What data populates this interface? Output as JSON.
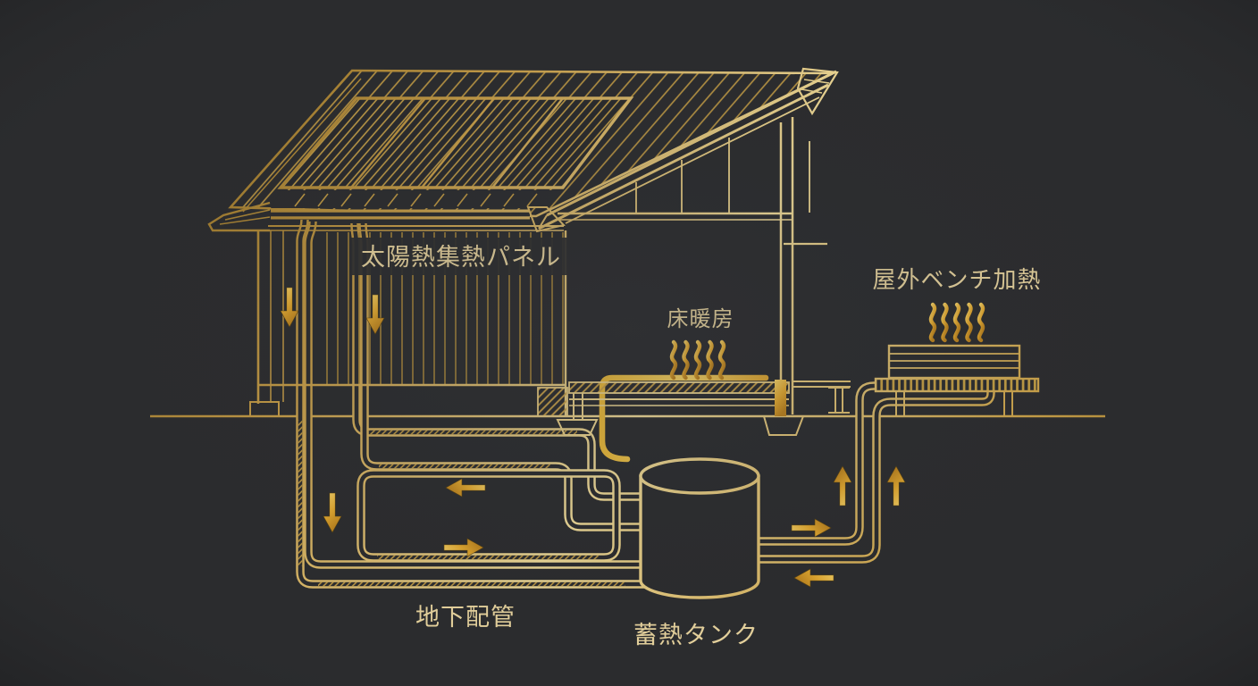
{
  "diagram": {
    "system": "Solar thermal house heating schematic",
    "labels": {
      "solar_panel": "太陽熱集熱パネル",
      "floor_heating": "床暖房",
      "outdoor_bench_heating": "屋外ベンチ加熱",
      "underground_piping": "地下配管",
      "storage_tank": "蓄熱タンク"
    },
    "colors": {
      "background": "#2b2c2e",
      "gold": "#cda348",
      "gold_light": "#f2dd9a",
      "gold_dark": "#7c5b16",
      "arrow_gold": "#e9b942",
      "text_gold": "#e8d49e"
    },
    "flow_arrows": [
      {
        "direction": "down",
        "location": "left-wall-pipe-1"
      },
      {
        "direction": "down",
        "location": "left-wall-pipe-2"
      },
      {
        "direction": "down",
        "location": "underground-left"
      },
      {
        "direction": "left",
        "location": "underground-loop-top"
      },
      {
        "direction": "right",
        "location": "underground-loop-bottom"
      },
      {
        "direction": "right",
        "location": "tank-to-bench-supply"
      },
      {
        "direction": "left",
        "location": "bench-to-tank-return"
      },
      {
        "direction": "up",
        "location": "bench-riser-1"
      },
      {
        "direction": "up",
        "location": "bench-riser-2"
      }
    ],
    "heat_waves": [
      {
        "location": "floor_heating",
        "count": 5
      },
      {
        "location": "outdoor_bench",
        "count": 5
      }
    ]
  }
}
